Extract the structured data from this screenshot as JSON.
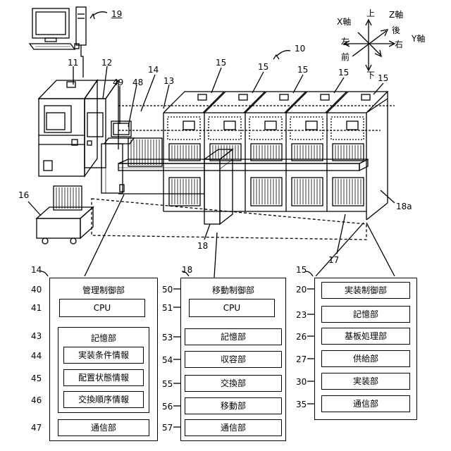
{
  "labels": {
    "computer": "19",
    "system": "10",
    "cart": "16",
    "printer": "11",
    "inspection": "12",
    "mgmt_pc": "14",
    "n49": "49",
    "n48": "48",
    "n13": "13",
    "mounter": "15",
    "rail": "18a",
    "mover": "18",
    "stocker": "17"
  },
  "axes": {
    "x": "X軸",
    "z": "Z軸",
    "y": "Y軸",
    "up": "上",
    "down": "下",
    "left": "左",
    "right": "右",
    "front": "前",
    "back": "後"
  },
  "blocks": {
    "mgmt": {
      "ref": "14",
      "outer_ref": "40",
      "title": "管理制御部",
      "cpu_ref": "41",
      "cpu": "CPU",
      "mem_ref": "43",
      "mem_title": "記憶部",
      "items": [
        {
          "ref": "44",
          "label": "実装条件情報"
        },
        {
          "ref": "45",
          "label": "配置状態情報"
        },
        {
          "ref": "46",
          "label": "交換順序情報"
        }
      ],
      "comm_ref": "47",
      "comm": "通信部"
    },
    "move": {
      "ref": "18",
      "outer_ref": "50",
      "title": "移動制御部",
      "cpu_ref": "51",
      "cpu": "CPU",
      "items": [
        {
          "ref": "53",
          "label": "記憶部"
        },
        {
          "ref": "54",
          "label": "収容部"
        },
        {
          "ref": "55",
          "label": "交換部"
        },
        {
          "ref": "56",
          "label": "移動部"
        },
        {
          "ref": "57",
          "label": "通信部"
        }
      ]
    },
    "mount": {
      "ref": "15",
      "items": [
        {
          "ref": "20",
          "label": "実装制御部"
        },
        {
          "ref": "23",
          "label": "記憶部"
        },
        {
          "ref": "26",
          "label": "基板処理部"
        },
        {
          "ref": "27",
          "label": "供給部"
        },
        {
          "ref": "30",
          "label": "実装部"
        },
        {
          "ref": "35",
          "label": "通信部"
        }
      ]
    }
  }
}
